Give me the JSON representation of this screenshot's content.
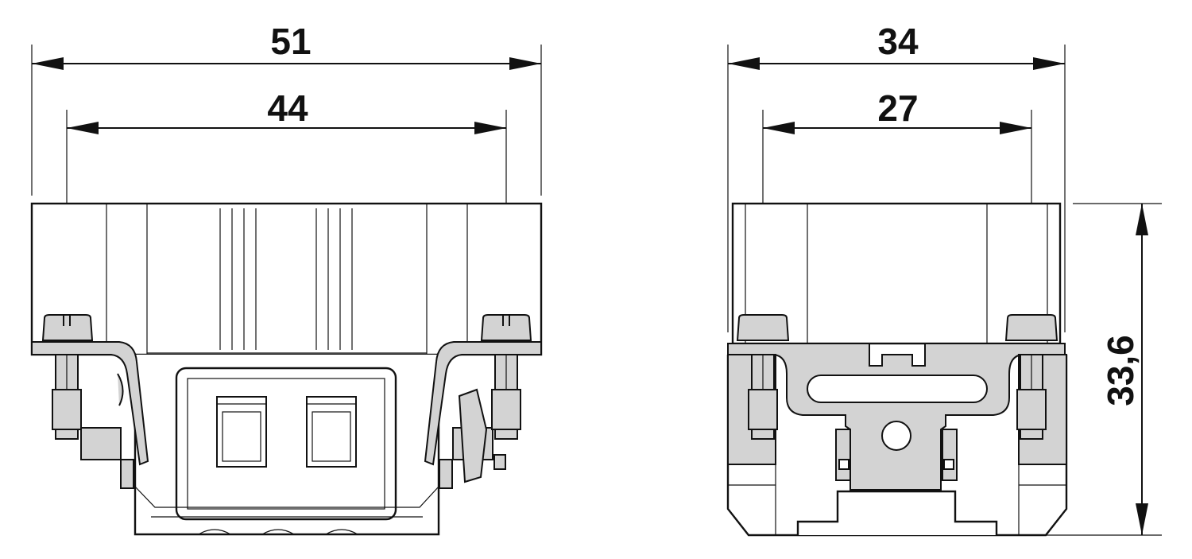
{
  "dimensions": {
    "left_outer": "51",
    "left_inner": "44",
    "right_outer": "34",
    "right_inner": "27",
    "height": "33,6"
  },
  "colors": {
    "line": "#111111",
    "part_fill": "#d3d3d3",
    "background": "#ffffff"
  }
}
